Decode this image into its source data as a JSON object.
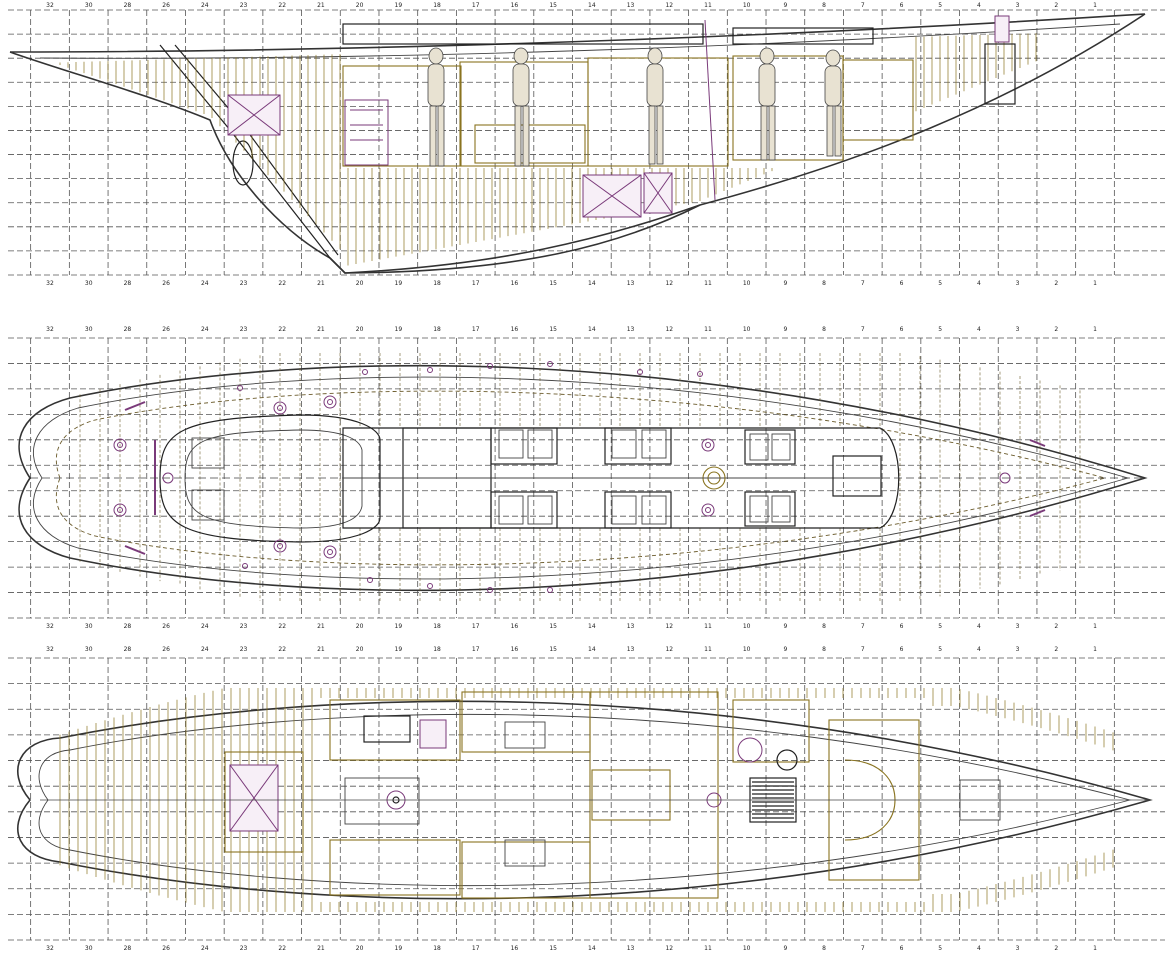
{
  "frame_labels": [
    "32",
    "30",
    "28",
    "26",
    "24",
    "23",
    "22",
    "21",
    "20",
    "19",
    "18",
    "17",
    "16",
    "15",
    "14",
    "13",
    "12",
    "11",
    "10",
    "9",
    "8",
    "7",
    "6",
    "5",
    "4",
    "3",
    "2",
    "1"
  ],
  "views": [
    {
      "name": "profile-view",
      "kind": "side elevation"
    },
    {
      "name": "deck-plan-view",
      "kind": "deck plan"
    },
    {
      "name": "accommodation-plan-view",
      "kind": "interior layout"
    }
  ],
  "colors": {
    "grid": "#555555",
    "hull": "#333333",
    "joinery": "#8a7420",
    "fittings": "#7a3a7a",
    "background": "#ffffff"
  }
}
